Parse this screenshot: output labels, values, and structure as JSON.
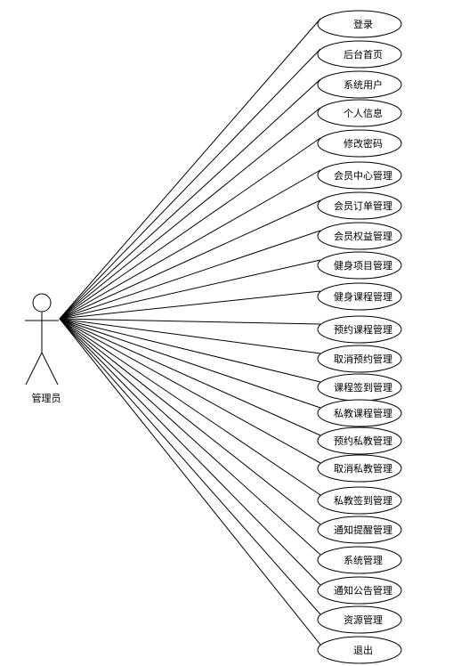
{
  "actor": {
    "name": "管理员",
    "icon": "stick-figure-icon"
  },
  "use_cases": [
    "登录",
    "后台首页",
    "系统用户",
    "个人信息",
    "修改密码",
    "会员中心管理",
    "会员订单管理",
    "会员权益管理",
    "健身项目管理",
    "健身课程管理",
    "预约课程管理",
    "取消预约管理",
    "课程签到管理",
    "私教课程管理",
    "预约私教管理",
    "取消私教管理",
    "私教签到管理",
    "通知提醒管理",
    "系统管理",
    "通知公告管理",
    "资源管理",
    "退出"
  ]
}
